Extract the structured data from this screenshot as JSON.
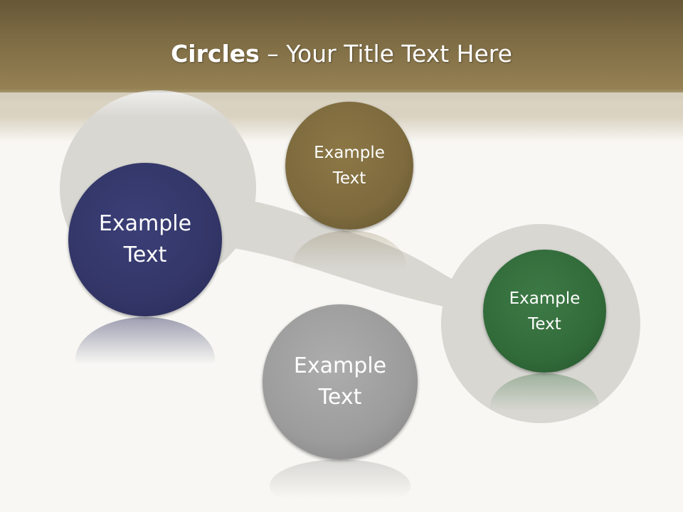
{
  "slide": {
    "title_bold": "Circles",
    "title_rest": " – Your Title Text Here"
  },
  "circles": [
    {
      "label_line1": "Example",
      "label_line2": "Text",
      "color": "#333667"
    },
    {
      "label_line1": "Example",
      "label_line2": "Text",
      "color": "#7d6a3d"
    },
    {
      "label_line1": "Example",
      "label_line2": "Text",
      "color": "#326b3a"
    },
    {
      "label_line1": "Example",
      "label_line2": "Text",
      "color": "#9c9c9c"
    }
  ],
  "colors": {
    "header": "#7c6a43",
    "background": "#f8f7f3",
    "backdrop": "#d7d6d1"
  }
}
